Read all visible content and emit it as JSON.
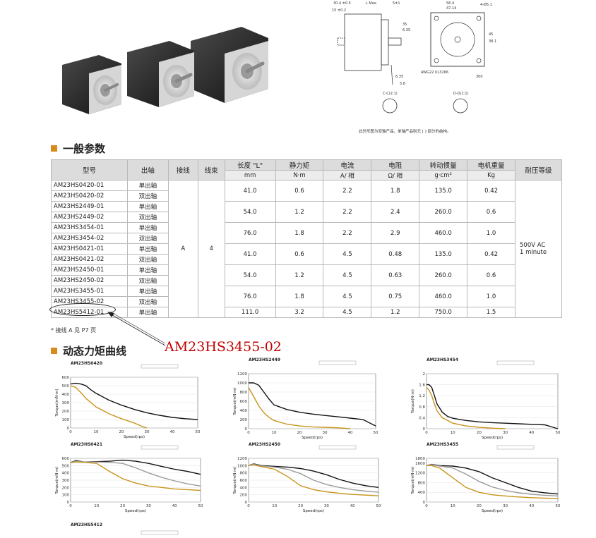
{
  "drawing": {
    "dims": [
      "30.4 ±0.5",
      "L Max.",
      "5±1",
      "15 ±0.2",
      "6.35",
      "35",
      "56.4",
      "47.14",
      "4-Ø5.1",
      "45",
      "38.1",
      "6.35",
      "5.8",
      "AWG22 UL3266",
      "300",
      "C-C(2:1)",
      "D-D(2:1)"
    ],
    "note": "此外形图为双轴产品，单轴产品则无 [ ] 部分的结构。"
  },
  "section1": {
    "title": "一般参数"
  },
  "table": {
    "headers": [
      "型号",
      "出轴",
      "接线",
      "线束",
      "长度 \"L\"",
      "静力矩",
      "电流",
      "电阻",
      "转动惯量",
      "电机重量",
      "耐压等级"
    ],
    "units": [
      "mm",
      "N·m",
      "A/ 相",
      "Ω/ 相",
      "g·cm²",
      "Kg"
    ],
    "wiring": "A",
    "leads": "4",
    "voltage": "500V AC\n1 minute",
    "rows": [
      {
        "model": "AM23HS0420-01",
        "shaft": "单出轴"
      },
      {
        "model": "AM23HS0420-02",
        "shaft": "双出轴"
      },
      {
        "model": "AM23HS2449-01",
        "shaft": "单出轴"
      },
      {
        "model": "AM23HS2449-02",
        "shaft": "双出轴"
      },
      {
        "model": "AM23HS3454-01",
        "shaft": "单出轴"
      },
      {
        "model": "AM23HS3454-02",
        "shaft": "双出轴"
      },
      {
        "model": "AM23HS0421-01",
        "shaft": "单出轴"
      },
      {
        "model": "AM23HS0421-02",
        "shaft": "双出轴"
      },
      {
        "model": "AM23HS2450-01",
        "shaft": "单出轴"
      },
      {
        "model": "AM23HS2450-02",
        "shaft": "双出轴"
      },
      {
        "model": "AM23HS3455-01",
        "shaft": "单出轴"
      },
      {
        "model": "AM23HS3455-02",
        "shaft": "双出轴"
      },
      {
        "model": "AM23HS5412-01",
        "shaft": "单出轴"
      }
    ],
    "groups": [
      {
        "length": "41.0",
        "torque": "0.6",
        "current": "2.2",
        "resistance": "1.8",
        "inertia": "135.0",
        "weight": "0.42"
      },
      {
        "length": "54.0",
        "torque": "1.2",
        "current": "2.2",
        "resistance": "2.4",
        "inertia": "260.0",
        "weight": "0.6"
      },
      {
        "length": "76.0",
        "torque": "1.8",
        "current": "2.2",
        "resistance": "2.9",
        "inertia": "460.0",
        "weight": "1.0"
      },
      {
        "length": "41.0",
        "torque": "0.6",
        "current": "4.5",
        "resistance": "0.48",
        "inertia": "135.0",
        "weight": "0.42"
      },
      {
        "length": "54.0",
        "torque": "1.2",
        "current": "4.5",
        "resistance": "0.63",
        "inertia": "260.0",
        "weight": "0.6"
      },
      {
        "length": "76.0",
        "torque": "1.8",
        "current": "4.5",
        "resistance": "0.75",
        "inertia": "460.0",
        "weight": "1.0"
      },
      {
        "length": "111.0",
        "torque": "3.2",
        "current": "4.5",
        "resistance": "1.2",
        "inertia": "750.0",
        "weight": "1.5"
      }
    ],
    "footnote": "* 接线 A 见 P7 页"
  },
  "callout": {
    "text": "AM23HS3455-02"
  },
  "section2": {
    "title": "动态力矩曲线"
  },
  "chart_data": [
    {
      "type": "line",
      "title": "AM23HS0420",
      "xlabel": "Speed(rps)",
      "ylabel": "Torque(mN·m)",
      "xlim": [
        0,
        50
      ],
      "ylim": [
        0,
        600
      ],
      "yticks": [
        0,
        100,
        200,
        300,
        400,
        500,
        600
      ],
      "xticks": [
        0,
        10,
        20,
        30,
        40,
        50
      ],
      "series": [
        {
          "color": "#111111",
          "x": [
            0,
            2,
            4,
            6,
            8,
            10,
            15,
            20,
            25,
            30,
            35,
            40,
            45,
            50
          ],
          "y": [
            520,
            530,
            520,
            500,
            450,
            410,
            330,
            270,
            220,
            180,
            150,
            125,
            110,
            100
          ]
        },
        {
          "color": "#c8941c",
          "x": [
            0,
            2,
            4,
            6,
            8,
            10,
            15,
            20,
            25,
            28,
            30
          ],
          "y": [
            500,
            480,
            420,
            350,
            300,
            250,
            170,
            110,
            60,
            20,
            0
          ]
        }
      ]
    },
    {
      "type": "line",
      "title": "AM23HS2449",
      "xlabel": "Speed(rps)",
      "ylabel": "Torque(mN·m)",
      "xlim": [
        0,
        50
      ],
      "ylim": [
        0,
        1200
      ],
      "yticks": [
        0,
        200,
        400,
        600,
        800,
        1000,
        1200
      ],
      "xticks": [
        0,
        10,
        20,
        30,
        40,
        50
      ],
      "series": [
        {
          "color": "#111111",
          "x": [
            0,
            2,
            4,
            6,
            8,
            10,
            15,
            20,
            25,
            30,
            35,
            40,
            45,
            50
          ],
          "y": [
            1000,
            1000,
            950,
            800,
            650,
            520,
            420,
            360,
            320,
            290,
            260,
            230,
            200,
            60
          ]
        },
        {
          "color": "#c8941c",
          "x": [
            0,
            2,
            4,
            6,
            8,
            10,
            15,
            20,
            25,
            30,
            35,
            40
          ],
          "y": [
            900,
            700,
            500,
            350,
            250,
            180,
            100,
            60,
            40,
            30,
            20,
            0
          ]
        }
      ]
    },
    {
      "type": "line",
      "title": "AM23HS3454",
      "xlabel": "Speed(rps)",
      "ylabel": "Torque(N·m)",
      "xlim": [
        0,
        50
      ],
      "ylim": [
        0,
        2.0
      ],
      "yticks": [
        0,
        0.4,
        0.8,
        1.2,
        1.6,
        2.0
      ],
      "xticks": [
        0,
        10,
        20,
        30,
        40,
        50
      ],
      "series": [
        {
          "color": "#111111",
          "x": [
            0,
            1,
            2,
            3,
            4,
            6,
            8,
            10,
            15,
            20,
            25,
            30,
            35,
            40,
            45,
            50
          ],
          "y": [
            1.6,
            1.6,
            1.5,
            1.2,
            0.9,
            0.6,
            0.45,
            0.38,
            0.3,
            0.25,
            0.22,
            0.2,
            0.18,
            0.16,
            0.14,
            0.0
          ]
        },
        {
          "color": "#c8941c",
          "x": [
            0,
            1,
            2,
            3,
            4,
            6,
            8,
            10,
            15,
            20,
            25,
            30
          ],
          "y": [
            1.5,
            1.4,
            1.2,
            0.9,
            0.65,
            0.4,
            0.3,
            0.2,
            0.1,
            0.05,
            0.02,
            0.0
          ]
        }
      ]
    },
    {
      "type": "line",
      "title": "AM23HS0421",
      "xlabel": "Speed(rps)",
      "ylabel": "Torque(mN·m)",
      "xlim": [
        0,
        50
      ],
      "ylim": [
        0,
        600
      ],
      "yticks": [
        0,
        100,
        200,
        300,
        400,
        500,
        600
      ],
      "xticks": [
        0,
        10,
        20,
        30,
        40,
        50
      ],
      "series": [
        {
          "color": "#111111",
          "x": [
            0,
            2,
            5,
            10,
            15,
            20,
            25,
            30,
            35,
            40,
            45,
            50
          ],
          "y": [
            540,
            570,
            550,
            555,
            560,
            575,
            560,
            530,
            490,
            450,
            420,
            380
          ]
        },
        {
          "color": "#9a9a9a",
          "x": [
            0,
            2,
            5,
            10,
            15,
            20,
            25,
            30,
            35,
            40,
            45,
            50
          ],
          "y": [
            540,
            560,
            550,
            550,
            545,
            530,
            470,
            400,
            340,
            290,
            250,
            220
          ]
        },
        {
          "color": "#c8941c",
          "x": [
            0,
            2,
            5,
            10,
            15,
            20,
            25,
            30,
            35,
            40,
            45,
            50
          ],
          "y": [
            540,
            550,
            545,
            530,
            420,
            320,
            260,
            220,
            200,
            180,
            170,
            160
          ]
        }
      ]
    },
    {
      "type": "line",
      "title": "AM23HS2450",
      "xlabel": "Speed(rps)",
      "ylabel": "Torque(mN·m)",
      "xlim": [
        0,
        50
      ],
      "ylim": [
        0,
        1200
      ],
      "yticks": [
        0,
        200,
        400,
        600,
        800,
        1000,
        1200
      ],
      "xticks": [
        0,
        10,
        20,
        30,
        40,
        50
      ],
      "series": [
        {
          "color": "#111111",
          "x": [
            0,
            2,
            5,
            10,
            15,
            20,
            25,
            30,
            35,
            40,
            45,
            50
          ],
          "y": [
            1000,
            1050,
            1000,
            980,
            960,
            920,
            850,
            750,
            620,
            520,
            450,
            400
          ]
        },
        {
          "color": "#9a9a9a",
          "x": [
            0,
            2,
            5,
            10,
            15,
            20,
            25,
            30,
            35,
            40,
            45,
            50
          ],
          "y": [
            1000,
            1040,
            990,
            960,
            900,
            780,
            600,
            480,
            400,
            340,
            300,
            270
          ]
        },
        {
          "color": "#c8941c",
          "x": [
            0,
            2,
            5,
            10,
            15,
            20,
            25,
            30,
            35,
            40,
            45,
            50
          ],
          "y": [
            1000,
            1020,
            970,
            900,
            700,
            450,
            340,
            280,
            240,
            210,
            190,
            170
          ]
        }
      ]
    },
    {
      "type": "line",
      "title": "AM23HS3455",
      "xlabel": "Speed(rps)",
      "ylabel": "Torque(mN·m)",
      "xlim": [
        0,
        50
      ],
      "ylim": [
        0,
        1800
      ],
      "yticks": [
        0,
        400,
        800,
        1200,
        1600,
        1800
      ],
      "xticks": [
        0,
        10,
        20,
        30,
        40,
        50
      ],
      "series": [
        {
          "color": "#111111",
          "x": [
            0,
            2,
            5,
            10,
            15,
            20,
            25,
            30,
            35,
            40,
            45,
            50
          ],
          "y": [
            1500,
            1550,
            1500,
            1480,
            1400,
            1250,
            1000,
            800,
            600,
            450,
            380,
            330
          ]
        },
        {
          "color": "#9a9a9a",
          "x": [
            0,
            2,
            5,
            10,
            15,
            20,
            25,
            30,
            35,
            40,
            45,
            50
          ],
          "y": [
            1500,
            1540,
            1480,
            1400,
            1150,
            850,
            620,
            480,
            380,
            320,
            280,
            250
          ]
        },
        {
          "color": "#c8941c",
          "x": [
            0,
            2,
            5,
            10,
            15,
            20,
            25,
            30,
            35,
            40,
            45,
            50
          ],
          "y": [
            1500,
            1500,
            1400,
            1000,
            600,
            400,
            300,
            250,
            210,
            180,
            160,
            140
          ]
        }
      ]
    }
  ],
  "last_chart_title": "AM23HS5412"
}
